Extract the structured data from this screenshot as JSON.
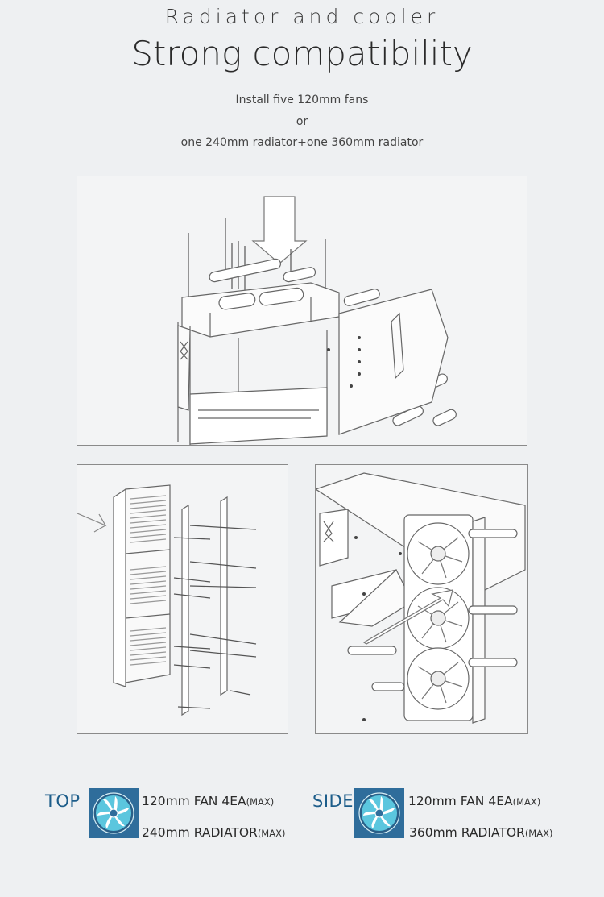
{
  "header": {
    "eyebrow": "Radiator and cooler",
    "title": "Strong compatibility",
    "line1": "Install five 120mm fans",
    "line2": "or",
    "line3": "one 240mm radiator+one 360mm radiator"
  },
  "legend": {
    "top": {
      "tag": "TOP",
      "fan_text": "120mm FAN 4EA",
      "fan_max": "(MAX)",
      "rad_text": "240mm RADIATOR",
      "rad_max": "(MAX)",
      "icon": "fan-icon"
    },
    "side": {
      "tag": "SIDE",
      "fan_text": "120mm FAN 4EA",
      "fan_max": "(MAX)",
      "rad_text": "360mm RADIATOR",
      "rad_max": "(MAX)",
      "icon": "fan-icon"
    }
  },
  "colors": {
    "accent": "#1d5d8a",
    "fan_box": "#2f6d9b",
    "fan_blade": "#5bc6de",
    "background": "#eef0f2"
  }
}
